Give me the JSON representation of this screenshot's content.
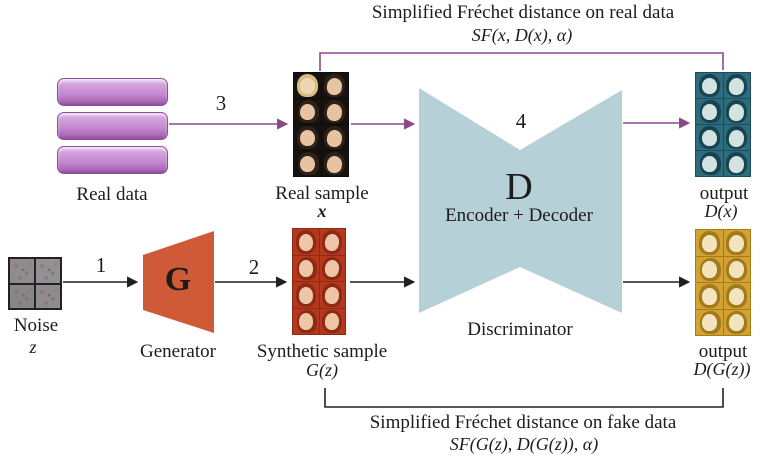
{
  "annotations": {
    "real": {
      "line1": "Simplified Fréchet distance on real data",
      "line2": "SF(x, D(x), α)"
    },
    "fake": {
      "line1": "Simplified Fréchet distance on fake data",
      "line2": "SF(G(z), D(G(z)), α)"
    }
  },
  "flow_labels": {
    "step1": "1",
    "step2": "2",
    "step3": "3",
    "step4": "4"
  },
  "real_branch": {
    "database_label": "Real data",
    "sample_label": "Real sample",
    "sample_symbol": "x"
  },
  "fake_branch": {
    "noise_label": "Noise",
    "noise_symbol": "z",
    "generator_letter": "G",
    "generator_label": "Generator",
    "sample_label": "Synthetic sample",
    "sample_symbol": "G(z)"
  },
  "discriminator": {
    "letter": "D",
    "sublabel": "Encoder + Decoder",
    "label": "Discriminator"
  },
  "outputs": {
    "real_label": "output",
    "real_symbol": "D(x)",
    "fake_label": "output",
    "fake_symbol": "D(G(z))"
  },
  "colors": {
    "purple_line": "#8a4a8a",
    "black_line": "#1f1f1f",
    "database_fill": "#c78ed3",
    "generator_fill": "#cf5a38",
    "discriminator_fill": "#b6d0d8",
    "real_sample_tint": "#16120f",
    "real_output_tint": "#2d6c7c",
    "fake_output_tint": "#d2a232",
    "synthetic_tint": "#b4381e"
  }
}
